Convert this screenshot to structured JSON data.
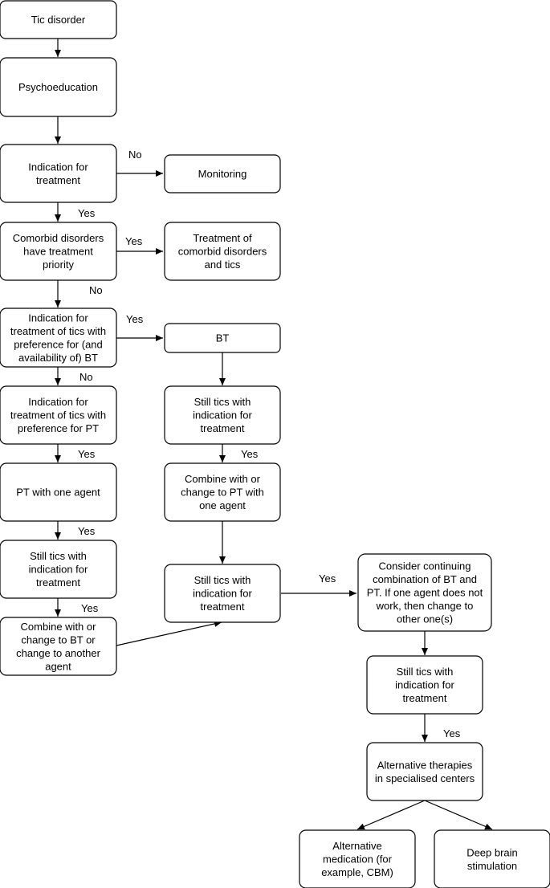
{
  "nodes": {
    "tic_disorder": "Tic disorder",
    "psychoeducation": "Psychoeducation",
    "indication": [
      "Indication for",
      "treatment"
    ],
    "monitoring": "Monitoring",
    "comorbid": [
      "Comorbid disorders",
      "have treatment",
      "priority"
    ],
    "treat_comorbid": [
      "Treatment of",
      "comorbid disorders",
      "and tics"
    ],
    "pref_bt": [
      "Indication for",
      "treatment of tics with",
      "preference for (and",
      "availability of) BT"
    ],
    "bt": "BT",
    "pref_pt": [
      "Indication for",
      "treatment of tics with",
      "preference for PT"
    ],
    "still_bt": [
      "Still tics with",
      "indication for",
      "treatment"
    ],
    "pt_one": "PT with one agent",
    "combine_pt": [
      "Combine with or",
      "change to PT with",
      "one agent"
    ],
    "still_pt": [
      "Still tics with",
      "indication for",
      "treatment"
    ],
    "still_mid": [
      "Still tics with",
      "indication for",
      "treatment"
    ],
    "consider": [
      "Consider continuing",
      "combination of BT and",
      "PT. If one agent does not",
      "work, then change to",
      "other one(s)"
    ],
    "combine_bt": [
      "Combine with or",
      "change to BT or",
      "change to another",
      "agent"
    ],
    "still_right": [
      "Still tics with",
      "indication for",
      "treatment"
    ],
    "alternative": [
      "Alternative therapies",
      "in specialised centers"
    ],
    "alt_med": [
      "Alternative",
      "medication (for",
      "example, CBM)"
    ],
    "dbs": [
      "Deep brain",
      "stimulation"
    ]
  },
  "edge_labels": {
    "no_monitoring": "No",
    "yes_comorbid": "Yes",
    "yes_treat_comorbid": "Yes",
    "no_pref_bt": "No",
    "yes_bt": "Yes",
    "no_pref_pt": "No",
    "yes_pt_one": "Yes",
    "yes_combine_pt": "Yes",
    "yes_still_pt": "Yes",
    "yes_combine_bt": "Yes",
    "yes_consider": "Yes",
    "yes_alternative": "Yes"
  }
}
